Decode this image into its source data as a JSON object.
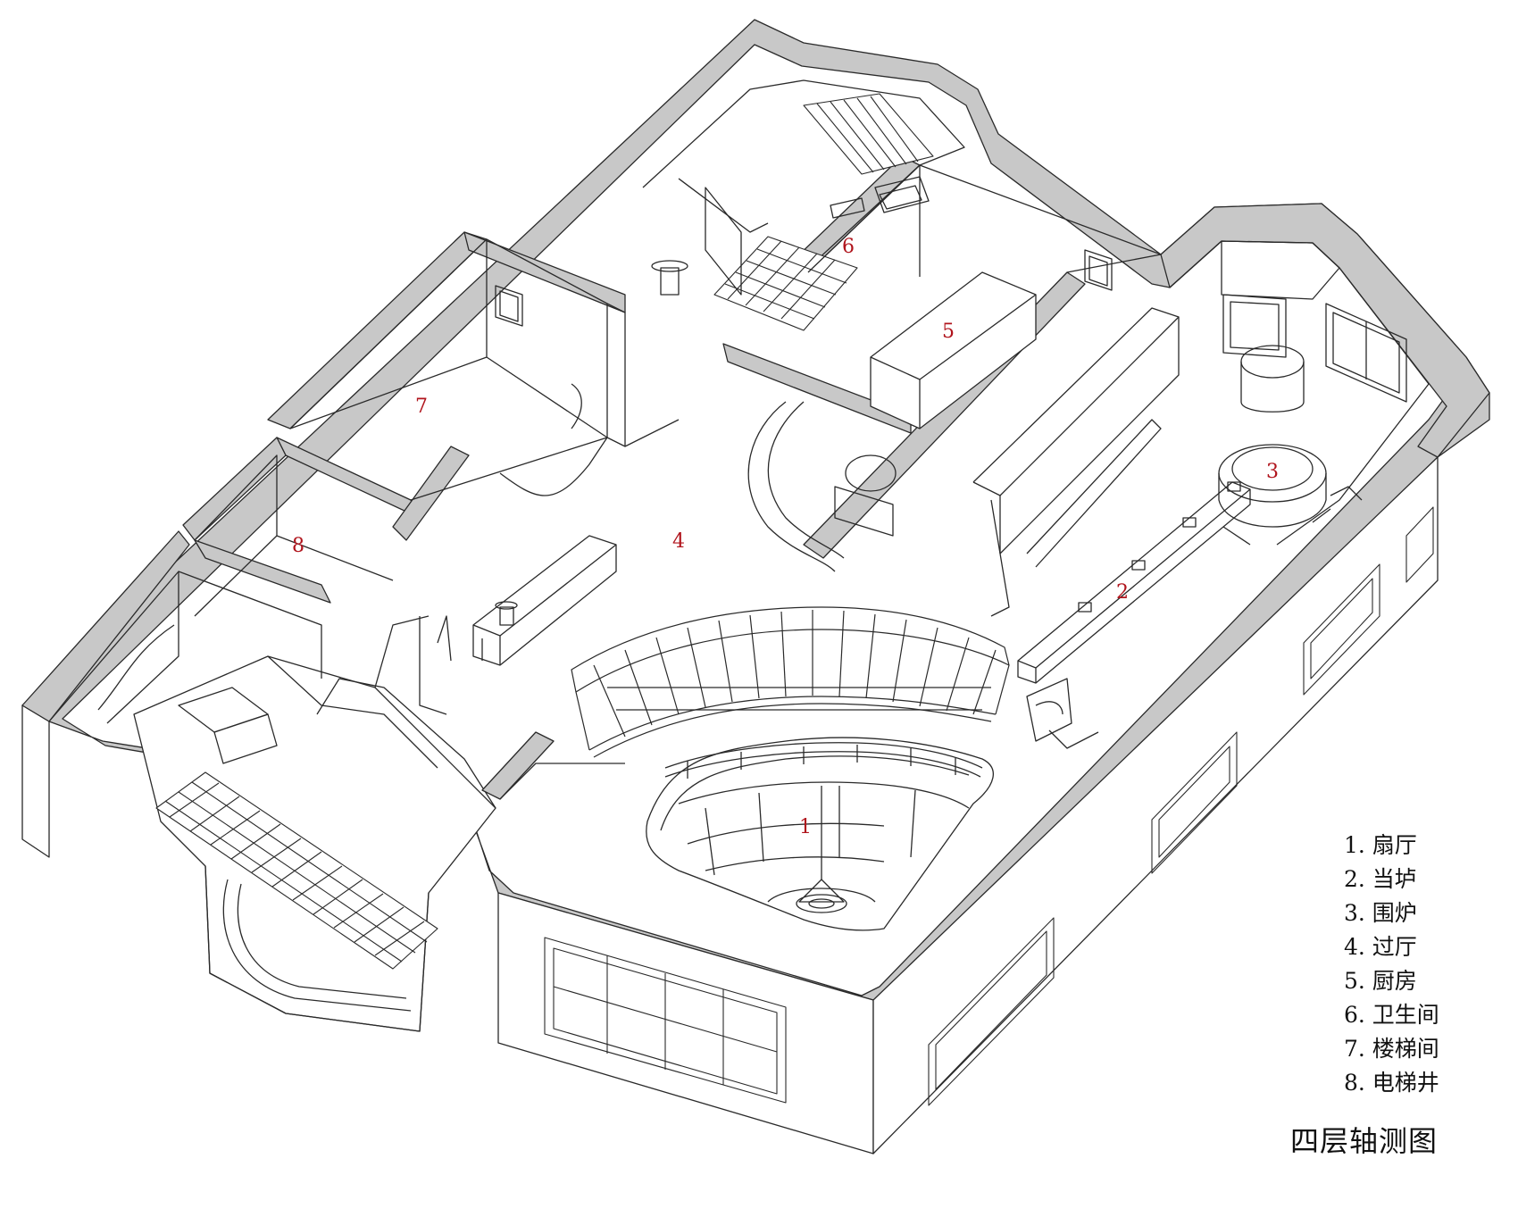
{
  "rooms": [
    {
      "num": "1",
      "name": "扇厅"
    },
    {
      "num": "2",
      "name": "当垆"
    },
    {
      "num": "3",
      "name": "围炉"
    },
    {
      "num": "4",
      "name": "过厅"
    },
    {
      "num": "5",
      "name": "厨房"
    },
    {
      "num": "6",
      "name": "卫生间"
    },
    {
      "num": "7",
      "name": "楼梯间"
    },
    {
      "num": "8",
      "name": "电梯井"
    }
  ],
  "legend": [
    "1. 扇厅",
    "2. 当垆",
    "3. 围炉",
    "4. 过厅",
    "5. 厨房",
    "6. 卫生间",
    "7. 楼梯间",
    "8. 电梯井"
  ],
  "title": "四层轴测图",
  "colors": {
    "wall_cut": "#c8c8c8",
    "line": "#2a2a2a",
    "room_number": "#b0141c"
  }
}
